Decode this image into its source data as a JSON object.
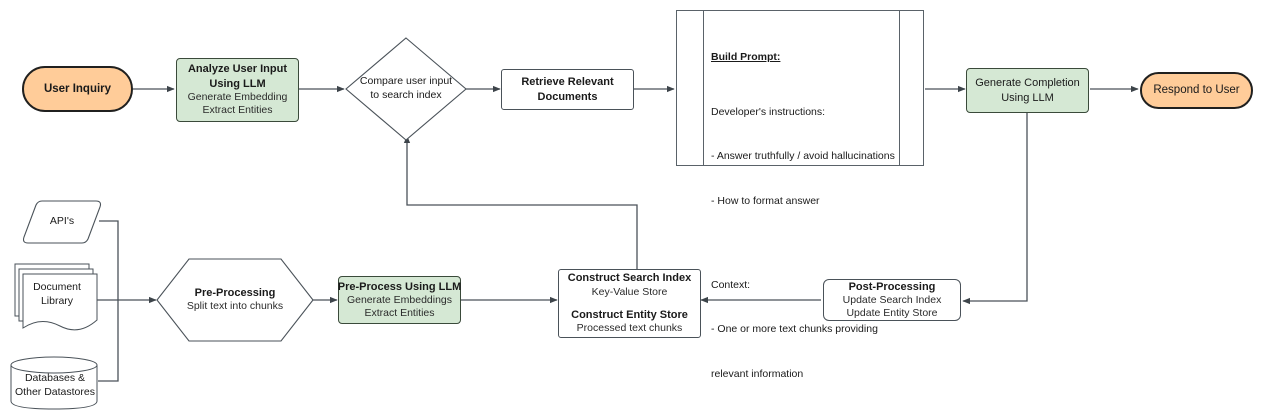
{
  "diagram": {
    "title": "Retrieval Augmented Generation (RAG) Architecture Flowchart",
    "colors": {
      "terminator_fill": "#ffcc99",
      "terminator_stroke": "#20201f",
      "llm_fill": "#d5e8d4",
      "llm_stroke": "#3a4a3a",
      "plain_fill": "#ffffff",
      "plain_stroke": "#4a5259",
      "edge_stroke": "#4a5259",
      "background": "#ffffff"
    }
  },
  "nodes": {
    "user_inquiry": {
      "label": "User Inquiry",
      "shape": "terminator"
    },
    "analyze_user_input": {
      "title_line1": "Analyze User Input",
      "title_line2": "Using LLM",
      "detail_line1": "Generate Embedding",
      "detail_line2": "Extract Entities",
      "shape": "process-llm"
    },
    "compare_decision": {
      "line1": "Compare user input",
      "line2": "to search index",
      "shape": "decision-diamond"
    },
    "retrieve_documents": {
      "line1": "Retrieve Relevant",
      "line2": "Documents",
      "shape": "process"
    },
    "build_prompt": {
      "heading": "Build Prompt:",
      "section1_title": "Developer's instructions:",
      "section1_items": [
        "- Answer truthfully / avoid hallucinations",
        "- How to format answer"
      ],
      "section2_title": "Context:",
      "section2_items": [
        "- One or more text chunks providing",
        "relevant information"
      ],
      "shape": "predefined-process"
    },
    "generate_completion": {
      "line1": "Generate Completion",
      "line2": "Using LLM",
      "shape": "process-llm"
    },
    "respond_to_user": {
      "label": "Respond to User",
      "shape": "terminator"
    },
    "apis": {
      "label": "API's",
      "shape": "parallelogram"
    },
    "document_library": {
      "line1": "Document",
      "line2": "Library",
      "shape": "multi-document"
    },
    "databases": {
      "line1": "Databases &",
      "line2": "Other Datastores",
      "shape": "cylinder"
    },
    "pre_processing": {
      "title": "Pre-Processing",
      "detail": "Split text into chunks",
      "shape": "hexagon"
    },
    "pre_process_llm": {
      "title": "Pre-Process Using LLM",
      "detail_line1": "Generate Embeddings",
      "detail_line2": "Extract Entities",
      "shape": "process-llm"
    },
    "construct_index": {
      "title1": "Construct Search Index",
      "detail1": "Key-Value Store",
      "title2": "Construct Entity Store",
      "detail2": "Processed text chunks",
      "shape": "process"
    },
    "post_processing": {
      "title": "Post-Processing",
      "detail_line1": "Update Search Index",
      "detail_line2": "Update Entity Store",
      "shape": "process"
    }
  },
  "edges": [
    {
      "from": "user_inquiry",
      "to": "analyze_user_input",
      "label": ""
    },
    {
      "from": "analyze_user_input",
      "to": "compare_decision",
      "label": ""
    },
    {
      "from": "compare_decision",
      "to": "retrieve_documents",
      "label": ""
    },
    {
      "from": "retrieve_documents",
      "to": "build_prompt",
      "label": ""
    },
    {
      "from": "build_prompt",
      "to": "generate_completion",
      "label": ""
    },
    {
      "from": "generate_completion",
      "to": "respond_to_user",
      "label": ""
    },
    {
      "from": "generate_completion",
      "to": "post_processing",
      "label": ""
    },
    {
      "from": "apis",
      "to": "pre_processing",
      "label": ""
    },
    {
      "from": "document_library",
      "to": "pre_processing",
      "label": ""
    },
    {
      "from": "databases",
      "to": "pre_processing",
      "label": ""
    },
    {
      "from": "pre_processing",
      "to": "pre_process_llm",
      "label": ""
    },
    {
      "from": "pre_process_llm",
      "to": "construct_index",
      "label": ""
    },
    {
      "from": "post_processing",
      "to": "construct_index",
      "label": ""
    },
    {
      "from": "construct_index",
      "to": "compare_decision",
      "label": ""
    }
  ]
}
